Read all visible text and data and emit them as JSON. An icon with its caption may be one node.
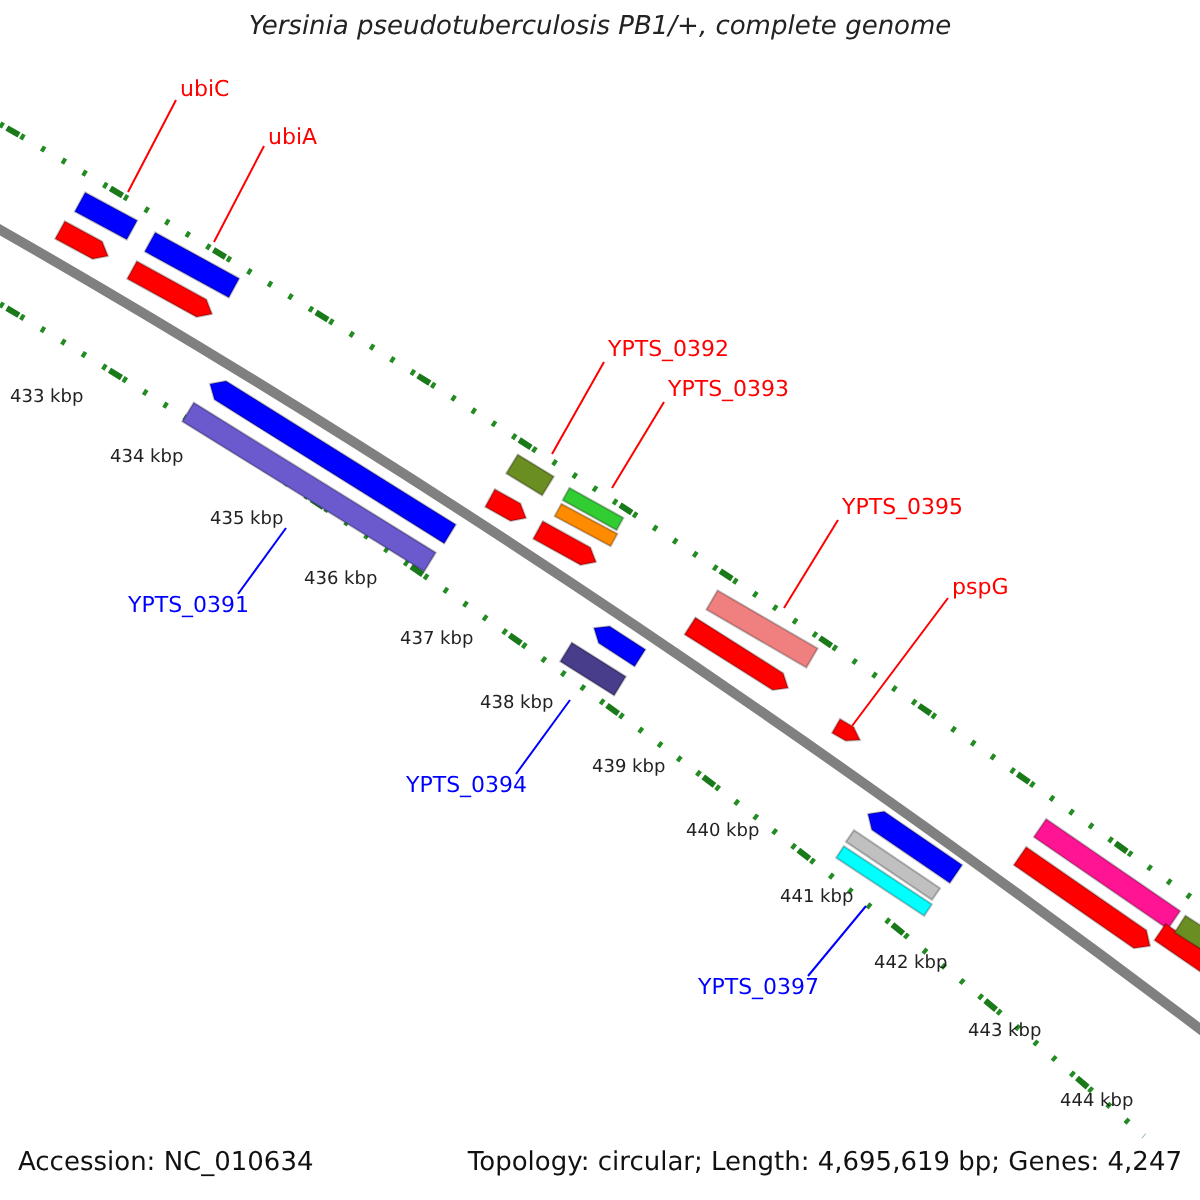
{
  "diagram": {
    "title": "Yersinia pseudotuberculosis PB1/+, complete genome",
    "nodes": [
      {
        "text": [
          "ubiC"
        ]
      },
      {
        "text": [
          "ubiA"
        ]
      },
      {
        "text": [
          "YPTS_0392"
        ]
      },
      {
        "text": [
          "YPTS_0393"
        ]
      },
      {
        "text": [
          "YPTS_0395"
        ]
      },
      {
        "text": [
          "pspG"
        ]
      },
      {
        "text": [
          "YPTS_0391"
        ]
      },
      {
        "text": [
          "YPTS_0394"
        ]
      },
      {
        "text": [
          "YPTS_0397"
        ]
      },
      {
        "text": [],
        "shape": "bar"
      },
      {
        "text": [],
        "shape": "bar"
      },
      {
        "text": [],
        "shape": "bar"
      },
      {
        "text": [],
        "shape": "bar"
      },
      {
        "text": [],
        "shape": "bar"
      },
      {
        "text": [],
        "shape": "bar"
      },
      {
        "text": [],
        "shape": "bar"
      },
      {
        "text": [],
        "shape": "bar"
      },
      {
        "text": [],
        "shape": "bar"
      },
      {
        "text": [],
        "shape": "bar"
      },
      {
        "text": [],
        "shape": "bar"
      },
      {
        "text": [],
        "shape": "bar"
      },
      {
        "text": [],
        "shape": "bar"
      },
      {
        "text": [],
        "shape": "bar"
      },
      {
        "text": [],
        "shape": "bar"
      },
      {
        "text": [],
        "shape": "bar"
      },
      {
        "text": [],
        "shape": "bar"
      },
      {
        "text": [],
        "shape": "bar"
      },
      {
        "text": [],
        "shape": "bar"
      },
      {
        "text": [],
        "shape": "bar"
      },
      {
        "text": [],
        "shape": "bar"
      },
      {
        "text": [],
        "shape": "bar"
      },
      {
        "text": [],
        "shape": "bar"
      }
    ],
    "edges": [
      {
        "from": 0,
        "to": 10,
        "arrow": "none"
      },
      {
        "from": 1,
        "to": 12,
        "arrow": "none"
      },
      {
        "from": 2,
        "to": 16,
        "arrow": "none"
      },
      {
        "from": 3,
        "to": 19,
        "arrow": "none"
      },
      {
        "from": 4,
        "to": 23,
        "arrow": "none"
      },
      {
        "from": 5,
        "to": 24,
        "arrow": "none"
      },
      {
        "from": 6,
        "to": 13,
        "arrow": "none",
        "color": "#0000ff"
      },
      {
        "from": 7,
        "to": 20,
        "arrow": "none",
        "color": "#0000ff"
      },
      {
        "from": 8,
        "to": 25,
        "arrow": "none",
        "color": "#0000ff"
      }
    ],
    "labels": [
      "433 kbp",
      "434 kbp",
      "435 kbp",
      "436 kbp",
      "437 kbp",
      "438 kbp",
      "439 kbp",
      "440 kbp",
      "441 kbp",
      "442 kbp",
      "443 kbp",
      "444 kbp",
      "Accession: NC_010634",
      "Topology: circular; Length: 4,695,619 bp; Genes: 4,247"
    ]
  }
}
